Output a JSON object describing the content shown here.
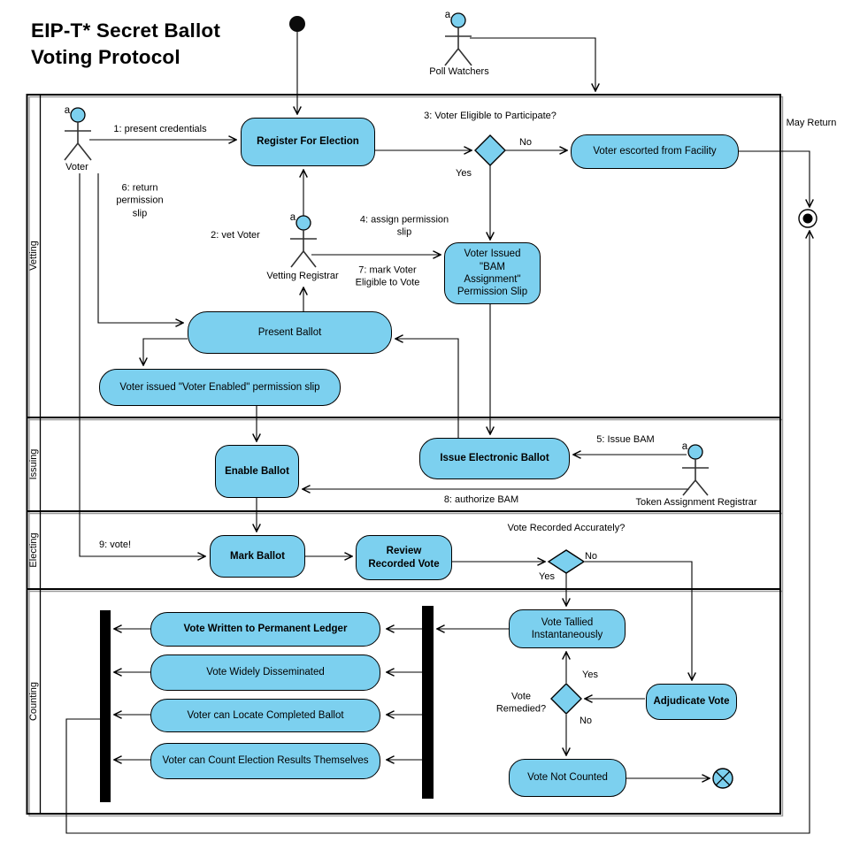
{
  "title": {
    "line1": "EIP-T* Secret Ballot",
    "line2": "Voting Protocol"
  },
  "lanes": [
    {
      "label": "Vetting"
    },
    {
      "label": "Issuing"
    },
    {
      "label": "Electing"
    },
    {
      "label": "Counting"
    }
  ],
  "actors": {
    "voter": {
      "label": "Voter",
      "marker": "a"
    },
    "poll_watchers": {
      "label": "Poll Watchers",
      "marker": "a"
    },
    "vetting_registrar": {
      "label": "Vetting Registrar",
      "marker": "a"
    },
    "token_registrar": {
      "label": "Token Assignment Registrar",
      "marker": "a"
    }
  },
  "activities": {
    "register": {
      "label": "Register For Election"
    },
    "escorted": {
      "label": "Voter escorted from Facility"
    },
    "bam_slip": {
      "label": "Voter Issued \"BAM Assignment\" Permission Slip"
    },
    "present_ballot": {
      "label": "Present Ballot"
    },
    "voter_enabled": {
      "label": "Voter issued \"Voter Enabled\" permission slip"
    },
    "enable_ballot": {
      "label": "Enable Ballot"
    },
    "issue_electronic": {
      "label": "Issue Electronic Ballot"
    },
    "mark_ballot": {
      "label": "Mark Ballot"
    },
    "review_vote": {
      "label": "Review Recorded Vote"
    },
    "tallied": {
      "label": "Vote Tallied Instantaneously"
    },
    "adjudicate": {
      "label": "Adjudicate Vote"
    },
    "not_counted": {
      "label": "Vote Not Counted"
    },
    "ledger": {
      "label": "Vote Written to Permanent Ledger"
    },
    "disseminated": {
      "label": "Vote Widely Disseminated"
    },
    "locate": {
      "label": "Voter can Locate Completed Ballot"
    },
    "count_results": {
      "label": "Voter can Count Election Results Themselves"
    }
  },
  "decisions": {
    "eligible": {
      "question": "3: Voter Eligible to Participate?",
      "yes": "Yes",
      "no": "No"
    },
    "accurate": {
      "question": "Vote Recorded Accurately?",
      "yes": "Yes",
      "no": "No"
    },
    "remedied": {
      "question": "Vote Remedied?",
      "yes": "Yes",
      "no": "No"
    }
  },
  "edge_labels": {
    "present_credentials": "1: present credentials",
    "vet_voter": "2: vet Voter",
    "assign_slip": "4: assign permission slip",
    "issue_bam": "5: Issue BAM",
    "return_slip": "6: return permission slip",
    "mark_eligible": "7: mark Voter Eligible to Vote",
    "authorize_bam": "8: authorize BAM",
    "vote": "9: vote!",
    "may_return": "May Return"
  },
  "colors": {
    "node_fill": "#7CD0EF",
    "node_border": "#000000",
    "background": "#FFFFFF"
  }
}
